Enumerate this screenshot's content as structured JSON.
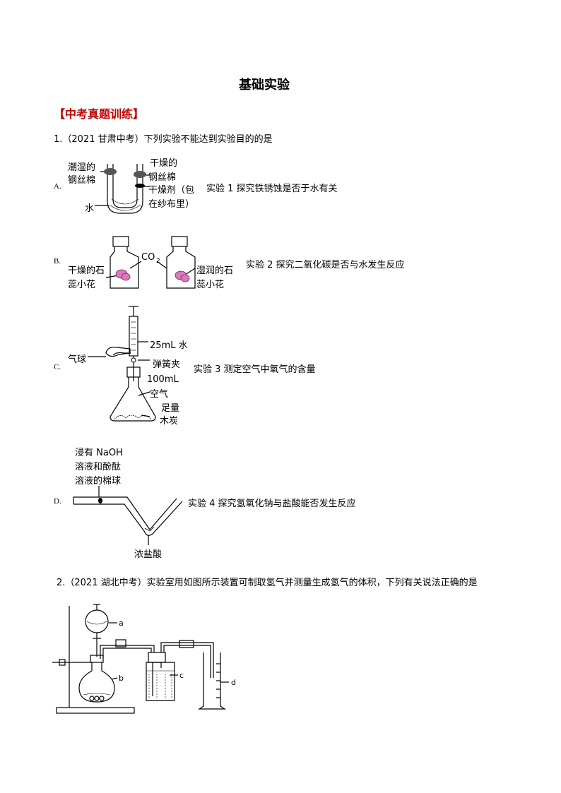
{
  "title": "基础实验",
  "section": "【中考真题训练】",
  "q1": {
    "stem": "1.（2021 甘肃中考）下列实验不能达到实验目的的是",
    "options": [
      {
        "letter": "A.",
        "desc": "实验 1 探究铁锈蚀是否于水有关",
        "labels": {
          "wet1": "潮湿的",
          "wet2": "钢丝棉",
          "dry1": "干燥的",
          "dry2": "钢丝棉",
          "des1": "干燥剂（包",
          "des2": "在纱布里）",
          "water": "水"
        }
      },
      {
        "letter": "B.",
        "desc": "实验 2 探究二氧化碳是否与水发生反应",
        "labels": {
          "co2": "CO",
          "co2sub": "2",
          "dry1": "干燥的石",
          "dry2": "蕊小花",
          "wet1": "湿润的石",
          "wet2": "蕊小花"
        }
      },
      {
        "letter": "C.",
        "desc": "实验 3 测定空气中氧气的含量",
        "labels": {
          "water": "25mL 水",
          "balloon": "气球",
          "clip": "弹簧夹",
          "air1": "100mL",
          "air2": "空气",
          "carbon1": "足量",
          "carbon2": "木炭"
        }
      },
      {
        "letter": "D.",
        "desc": "实验 4 探究氢氧化钠与盐酸能否发生反应",
        "labels": {
          "cotton1": "浸有 NaOH",
          "cotton2": "溶液和酚酞",
          "cotton3": "溶液的棉球",
          "acid": "浓盐酸"
        }
      }
    ]
  },
  "q2": {
    "stem": "2.（2021 湖北中考）实验室用如图所示装置可制取氢气并测量生成氢气的体积，下列有关说法正确的是",
    "labels": {
      "a": "a",
      "b": "b",
      "c": "c",
      "d": "d"
    }
  }
}
